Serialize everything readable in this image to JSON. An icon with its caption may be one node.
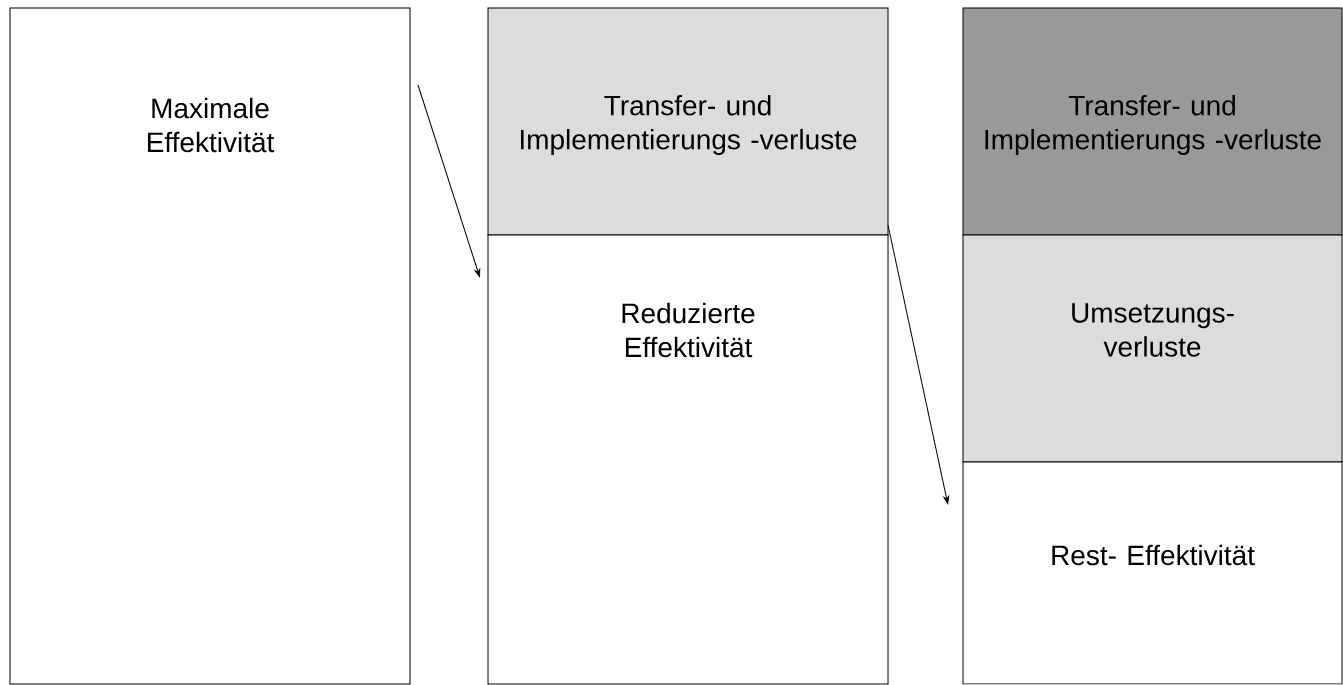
{
  "diagram": {
    "nodes": [
      {
        "text": [
          "Maximale Effektivität"
        ]
      },
      {
        "text": [
          "Transfer- und Implementierungs -verluste"
        ]
      },
      {
        "text": [
          "Reduzierte Effektivität"
        ]
      },
      {
        "text": [
          "Transfer- und Implementierungs -verluste"
        ]
      },
      {
        "text": [
          "Umsetzungs- verluste"
        ]
      },
      {
        "text": [
          "Rest- Effektivität"
        ]
      }
    ],
    "edges": [
      {
        "from": 0,
        "to": 2,
        "arrow": "to"
      },
      {
        "from": 1,
        "to": 5,
        "arrow": "to"
      }
    ]
  }
}
